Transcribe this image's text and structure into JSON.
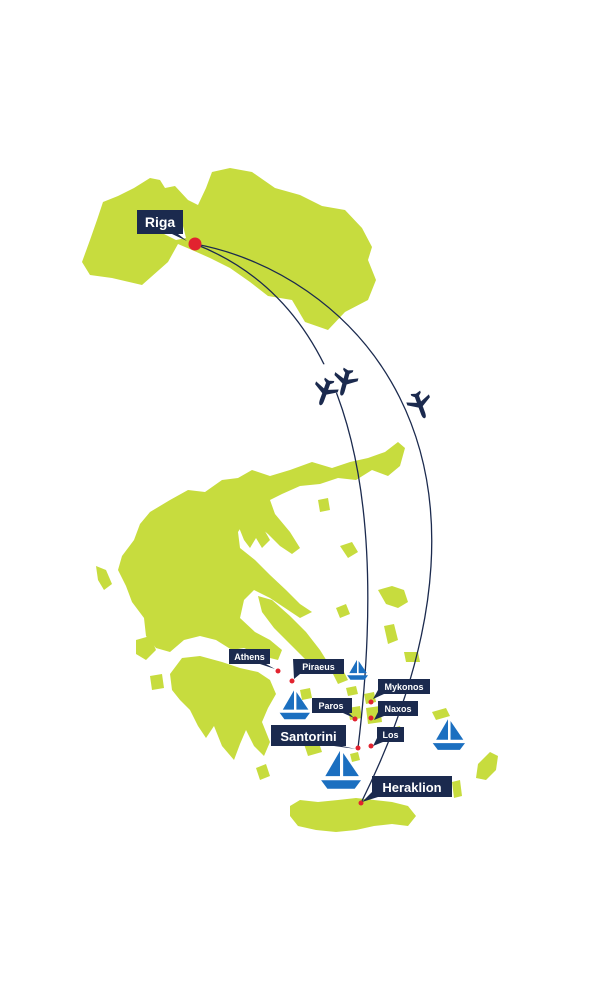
{
  "colors": {
    "land": "#c7dc3e",
    "label_bg": "#1b2a4e",
    "label_text": "#ffffff",
    "route_line": "#1b2a4e",
    "plane": "#1b2a4e",
    "city_dot": "#e2232f",
    "boat": "#1b6fc0"
  },
  "icons": {
    "plane": "airplane-icon",
    "boat": "sailboat-icon",
    "city": "city-dot-icon"
  },
  "regions": {
    "north": "Latvia",
    "south": "Greece"
  },
  "cities": {
    "riga": "Riga",
    "athens": "Athens",
    "piraeus": "Piraeus",
    "mykonos": "Mykonos",
    "paros": "Paros",
    "naxos": "Naxos",
    "santorini": "Santorini",
    "los": "Los",
    "heraklion": "Heraklion"
  }
}
